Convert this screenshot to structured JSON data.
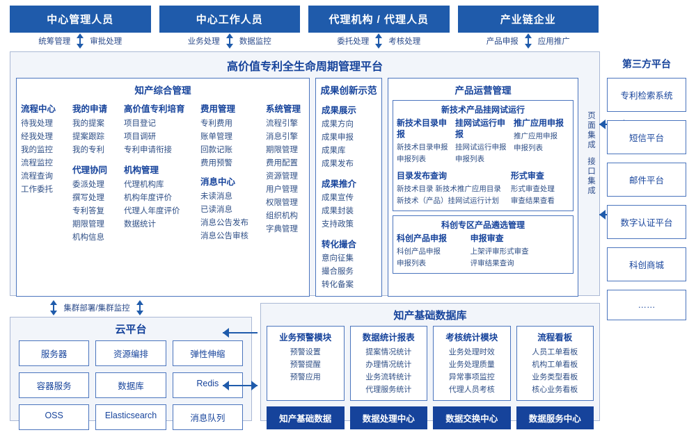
{
  "roles": [
    {
      "label": "中心管理人员",
      "links": [
        "统筹管理",
        "审批处理"
      ]
    },
    {
      "label": "中心工作人员",
      "links": [
        "业务处理",
        "数据监控"
      ]
    },
    {
      "label": "代理机构 / 代理人员",
      "links": [
        "委托处理",
        "考核处理"
      ]
    },
    {
      "label": "产业链企业",
      "links": [
        "产品申报",
        "应用推广"
      ]
    }
  ],
  "platform": {
    "title": "高价值专利全生命周期管理平台",
    "side_integration": [
      "页面集成",
      "接口集成"
    ],
    "sections": {
      "zhichan": {
        "title": "知产综合管理",
        "columns": [
          {
            "groups": [
              {
                "header": "流程中心",
                "items": [
                  "待我处理",
                  "经我处理",
                  "我的监控",
                  "流程监控",
                  "流程查询",
                  "工作委托"
                ]
              }
            ]
          },
          {
            "groups": [
              {
                "header": "我的申请",
                "items": [
                  "我的提案",
                  "提案跟踪",
                  "我的专利"
                ]
              },
              {
                "header": "代理协同",
                "items": [
                  "委派处理",
                  "撰写处理",
                  "专利答复",
                  "期限管理",
                  "机构信息"
                ]
              }
            ]
          },
          {
            "groups": [
              {
                "header": "高价值专利培育",
                "items": [
                  "项目登记",
                  "项目调研",
                  "专利申请衔接"
                ]
              },
              {
                "header": "机构管理",
                "items": [
                  "代理机构库",
                  "机构年度评价",
                  "代理人年度评价",
                  "数据统计"
                ]
              }
            ]
          },
          {
            "groups": [
              {
                "header": "费用管理",
                "items": [
                  "专利费用",
                  "账单管理",
                  "回款记账",
                  "费用预警"
                ]
              },
              {
                "header": "消息中心",
                "items": [
                  "未读消息",
                  "已读消息",
                  "消息公告发布",
                  "消息公告审核"
                ]
              }
            ]
          },
          {
            "groups": [
              {
                "header": "系统管理",
                "items": [
                  "流程引擎",
                  "消息引擎",
                  "期限管理",
                  "费用配置",
                  "资源管理",
                  "用户管理",
                  "权限管理",
                  "组织机构",
                  "字典管理"
                ]
              }
            ]
          }
        ]
      },
      "chengguo": {
        "title": "成果创新示范",
        "groups": [
          {
            "header": "成果展示",
            "items": [
              "成果方向",
              "成果申报",
              "成果库",
              "成果发布"
            ]
          },
          {
            "header": "成果推介",
            "items": [
              "成果宣传",
              "成果封装",
              "支持政策"
            ]
          },
          {
            "header": "转化撮合",
            "items": [
              "意向征集",
              "撮合服务",
              "转化备案"
            ]
          }
        ]
      },
      "chanpin": {
        "title": "产品运营管理",
        "subboxes": [
          {
            "title": "新技术产品挂网试运行",
            "columns": [
              {
                "header": "新技术目录申报",
                "items": [
                  "新技术目录申报",
                  "申报列表"
                ]
              },
              {
                "header": "挂网试运行申报",
                "items": [
                  "挂网试运行申报",
                  "申报列表"
                ]
              },
              {
                "header": "推广应用申报",
                "items": [
                  "推广应用申报",
                  "申报列表"
                ]
              }
            ],
            "columns2": [
              {
                "header": "目录发布查询",
                "items": [
                  "新技术目录    新技术推广应用目录",
                  "新技术（产品）挂网试运行计划"
                ]
              },
              {
                "header": "形式审查",
                "items": [
                  "形式审查处理",
                  "审查结果查看"
                ]
              }
            ]
          },
          {
            "title": "科创专区产品遴选管理",
            "columns": [
              {
                "header": "科创产品申报",
                "items": [
                  "科创产品申报",
                  "申报列表"
                ]
              },
              {
                "header": "申报审查",
                "items": [
                  "上架评审形式审查",
                  "评审结果查询"
                ]
              }
            ]
          }
        ]
      }
    }
  },
  "third_party": {
    "title": "第三方平台",
    "items": [
      "专利检索系统",
      "短信平台",
      "邮件平台",
      "数字认证平台",
      "科创商城",
      "……"
    ]
  },
  "cluster_label": "集群部署/集群监控",
  "cloud": {
    "title": "云平台",
    "items": [
      "服务器",
      "资源编排",
      "弹性伸缩",
      "容器服务",
      "数据库",
      "Redis",
      "OSS",
      "Elasticsearch",
      "消息队列"
    ]
  },
  "database": {
    "title": "知产基础数据库",
    "columns": [
      {
        "header": "业务预警模块",
        "items": [
          "预警设置",
          "预警提醒",
          "预警应用"
        ]
      },
      {
        "header": "数据统计报表",
        "items": [
          "提案情况统计",
          "办理情况统计",
          "业务流转统计",
          "代理服务统计"
        ]
      },
      {
        "header": "考核统计模块",
        "items": [
          "业务处理时效",
          "业务处理质量",
          "异常事项监控",
          "代理人员考核"
        ]
      },
      {
        "header": "流程看板",
        "items": [
          "人员工单看板",
          "机构工单看板",
          "业务类型看板",
          "核心业务看板"
        ]
      }
    ],
    "footer": [
      "知产基础数据",
      "数据处理中心",
      "数据交换中心",
      "数据服务中心"
    ]
  },
  "colors": {
    "brand": "#16439b",
    "header_bg": "#1f5bab",
    "border": "#4a74bd",
    "panel_bg": "#f2f5fa"
  }
}
